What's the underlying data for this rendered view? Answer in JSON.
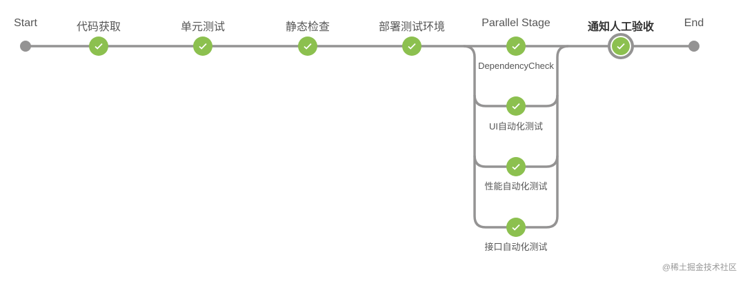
{
  "pipeline": {
    "start_label": "Start",
    "end_label": "End",
    "stages": [
      {
        "label": "代码获取",
        "status": "success"
      },
      {
        "label": "单元测试",
        "status": "success"
      },
      {
        "label": "静态检查",
        "status": "success"
      },
      {
        "label": "部署测试环境",
        "status": "success"
      },
      {
        "label": "Parallel Stage",
        "status": "success"
      },
      {
        "label": "通知人工验收",
        "status": "success",
        "selected": true
      }
    ],
    "parallel_branches": [
      {
        "label": "DependencyCheck",
        "status": "success"
      },
      {
        "label": "UI自动化测试",
        "status": "success"
      },
      {
        "label": "性能自动化测试",
        "status": "success"
      },
      {
        "label": "接口自动化测试",
        "status": "success"
      }
    ]
  },
  "colors": {
    "success": "#8cc04f",
    "line": "#949393"
  },
  "watermark": "@稀土掘金技术社区"
}
